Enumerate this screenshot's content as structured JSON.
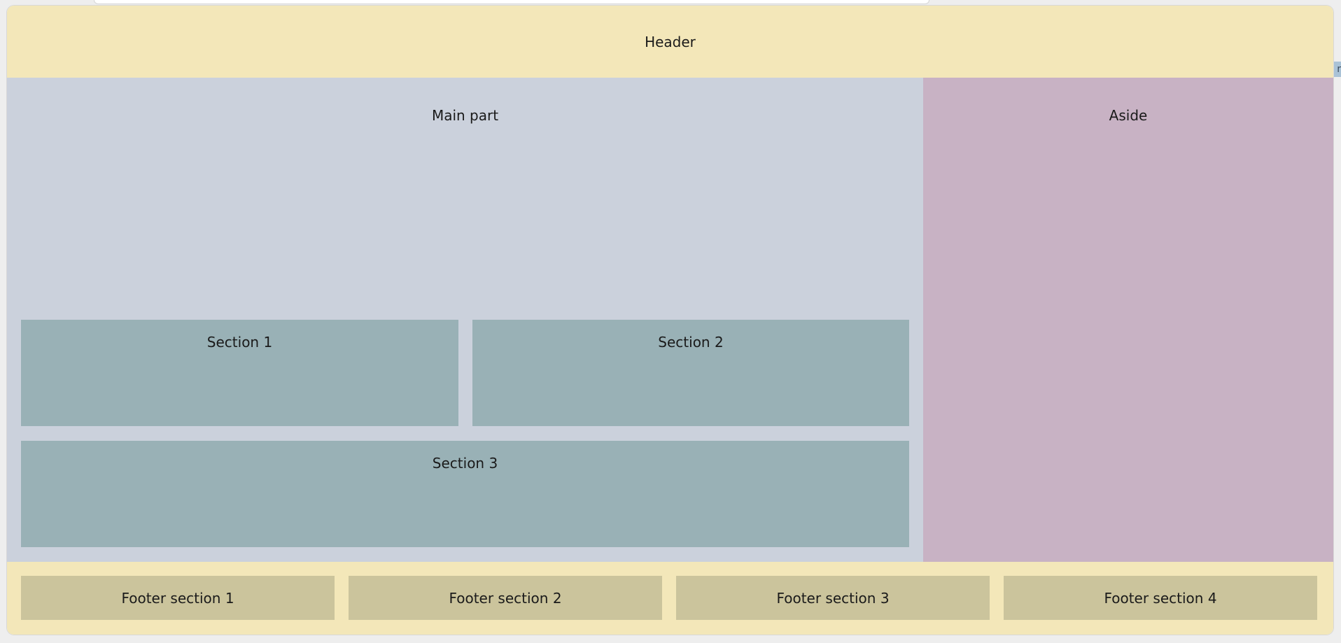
{
  "header": {
    "title": "Header"
  },
  "main": {
    "title": "Main part",
    "sections": [
      {
        "label": "Section 1"
      },
      {
        "label": "Section 2"
      },
      {
        "label": "Section 3"
      }
    ]
  },
  "aside": {
    "title": "Aside"
  },
  "footer": {
    "sections": [
      {
        "label": "Footer section 1"
      },
      {
        "label": "Footer section 2"
      },
      {
        "label": "Footer section 3"
      },
      {
        "label": "Footer section 4"
      }
    ]
  },
  "edge_chip": {
    "text": "r"
  },
  "colors": {
    "header_bg": "#f3e7b9",
    "main_bg": "#cbd1dc",
    "section_bg": "#99b1b6",
    "aside_bg": "#c8b2c4",
    "footer_bg": "#f3e7b9",
    "footer_section_bg": "#cbc49c"
  }
}
